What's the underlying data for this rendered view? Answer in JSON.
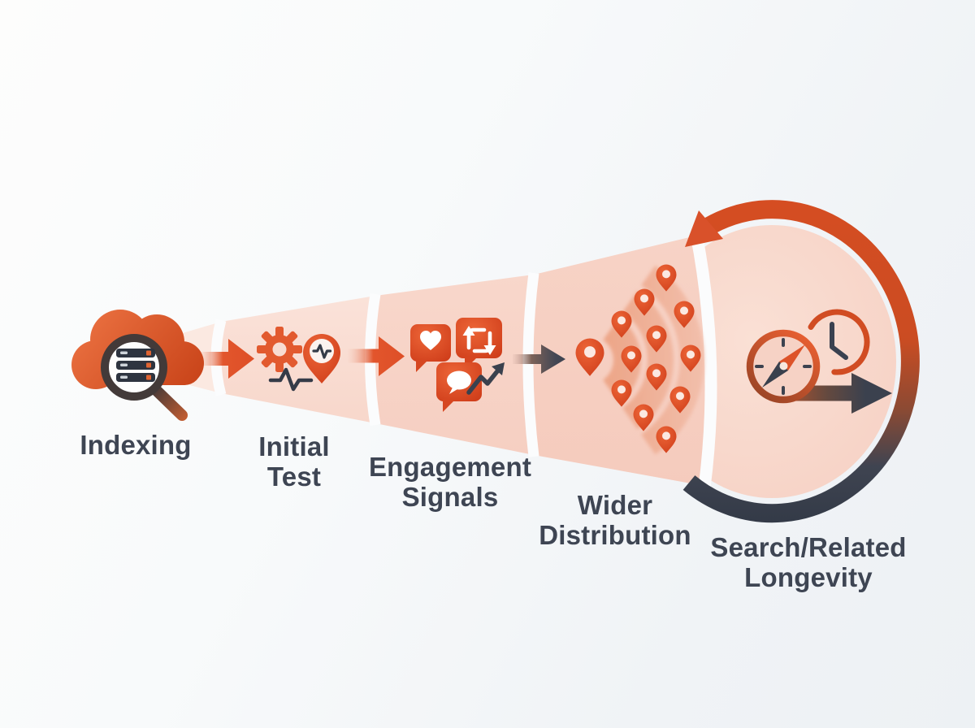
{
  "diagram": {
    "type": "funnel-cycle-flow",
    "stages": [
      {
        "id": "indexing",
        "label": "Indexing",
        "lines": [
          "Indexing"
        ],
        "icons": [
          "cloud-icon",
          "magnifier-database-icon"
        ]
      },
      {
        "id": "initial-test",
        "label": "Initial Test",
        "lines": [
          "Initial",
          "Test"
        ],
        "icons": [
          "gear-icon",
          "pulse-icon",
          "map-pin-pulse-icon"
        ]
      },
      {
        "id": "engagement-signals",
        "label": "Engagement Signals",
        "lines": [
          "Engagement",
          "Signals"
        ],
        "icons": [
          "like-badge-icon",
          "repost-badge-icon",
          "comment-badge-icon",
          "trend-up-arrow-icon"
        ]
      },
      {
        "id": "wider-distribution",
        "label": "Wider Distribution",
        "lines": [
          "Wider",
          "Distribution"
        ],
        "icons": [
          "map-pin-fan",
          "signal-arcs"
        ]
      },
      {
        "id": "search-related-longevity",
        "label": "Search/Related Longevity",
        "lines": [
          "Search/Related",
          "Longevity"
        ],
        "icons": [
          "compass-icon",
          "clock-icon",
          "forward-arrow-icon"
        ]
      }
    ],
    "connectors": [
      "stage-arrow-1",
      "stage-arrow-2",
      "stage-arrow-3"
    ],
    "cycle_arrow": "loop-back-ring-counterclockwise",
    "colors": {
      "accent_orange": "#d9512a",
      "deep_orange": "#c43f1a",
      "dark_slate": "#3a414e",
      "funnel_pink_light": "#fae6de",
      "funnel_pink_deep": "#f5cabc",
      "salmon_band": "#eb9c7e",
      "background": "#f3f5f7",
      "white_gap": "#fbfcfd",
      "text": "#3e4553"
    }
  }
}
